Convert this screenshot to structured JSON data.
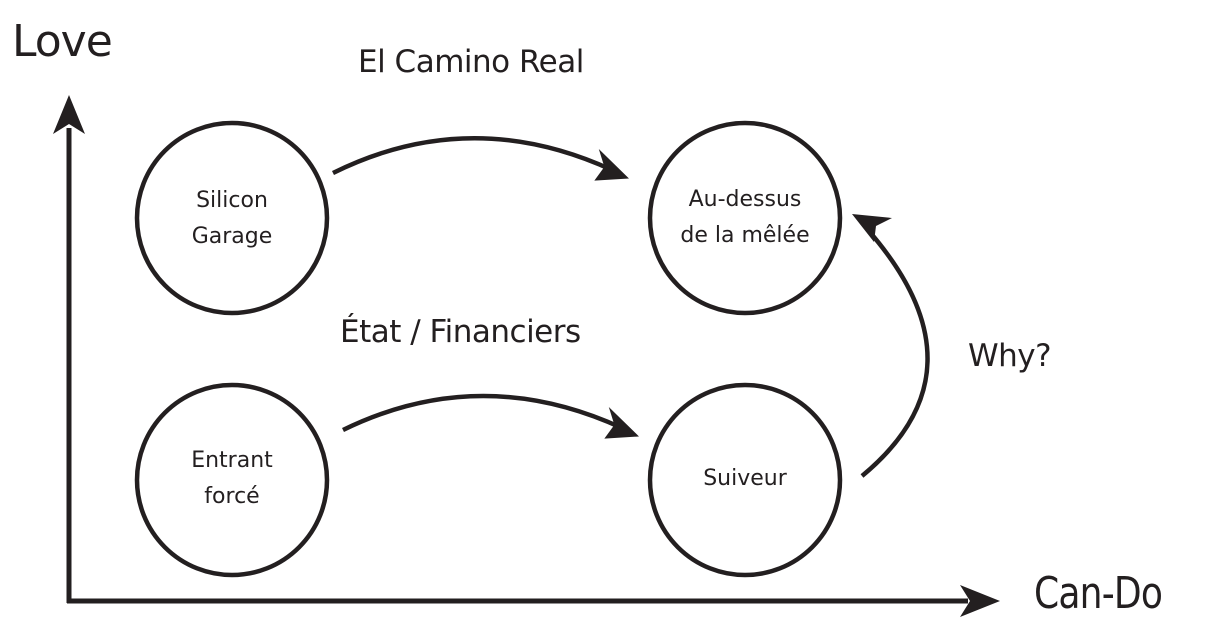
{
  "axes": {
    "y_label": "Love",
    "x_label": "Can-Do"
  },
  "nodes": [
    {
      "id": "silicon-garage",
      "lines": [
        "Silicon",
        "Garage"
      ]
    },
    {
      "id": "au-dessus",
      "lines": [
        "Au-dessus",
        "de la mêlée"
      ]
    },
    {
      "id": "entrant-force",
      "lines": [
        "Entrant",
        "forcé"
      ]
    },
    {
      "id": "suiveur",
      "lines": [
        "Suiveur"
      ]
    }
  ],
  "edges": [
    {
      "from": "silicon-garage",
      "to": "au-dessus",
      "label": "El Camino Real"
    },
    {
      "from": "entrant-force",
      "to": "suiveur",
      "label": "État / Financiers"
    },
    {
      "from": "suiveur",
      "to": "au-dessus",
      "label": "Why?"
    }
  ],
  "colors": {
    "ink": "#231f20",
    "background": "#ffffff"
  }
}
